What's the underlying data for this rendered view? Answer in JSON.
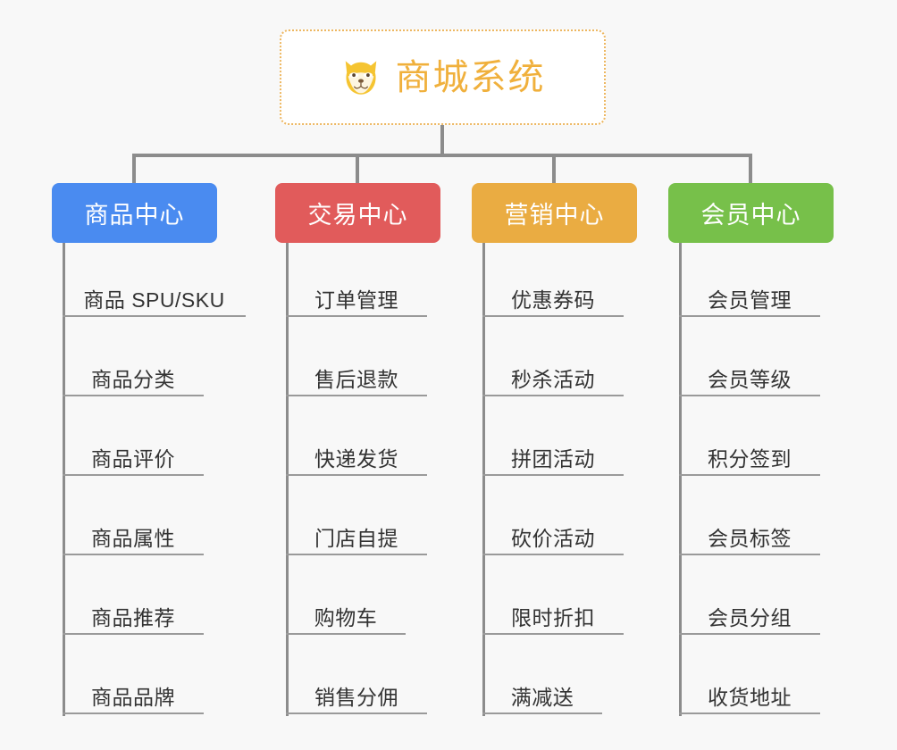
{
  "root": {
    "title": "商城系统",
    "icon": "shiba-dog-face-icon",
    "border_color": "#edb761",
    "text_color": "#f0b03c",
    "background": "#ffffff"
  },
  "canvas": {
    "background": "#f8f8f8",
    "connector_color": "#8c8c8c",
    "leaf_rule_color": "#9a9a9a",
    "leaf_text_color": "#333333"
  },
  "branches": [
    {
      "label": "商品中心",
      "color": "#4a8bf0",
      "items": [
        "商品 SPU/SKU",
        "商品分类",
        "商品评价",
        "商品属性",
        "商品推荐",
        "商品品牌"
      ]
    },
    {
      "label": "交易中心",
      "color": "#e15b5b",
      "items": [
        "订单管理",
        "售后退款",
        "快递发货",
        "门店自提",
        "购物车",
        "销售分佣"
      ]
    },
    {
      "label": "营销中心",
      "color": "#eaac42",
      "items": [
        "优惠券码",
        "秒杀活动",
        "拼团活动",
        "砍价活动",
        "限时折扣",
        "满减送"
      ]
    },
    {
      "label": "会员中心",
      "color": "#77c council",
      "items": [
        "会员管理",
        "会员等级",
        "积分签到",
        "会员标签",
        "会员分组",
        "收货地址"
      ]
    }
  ]
}
